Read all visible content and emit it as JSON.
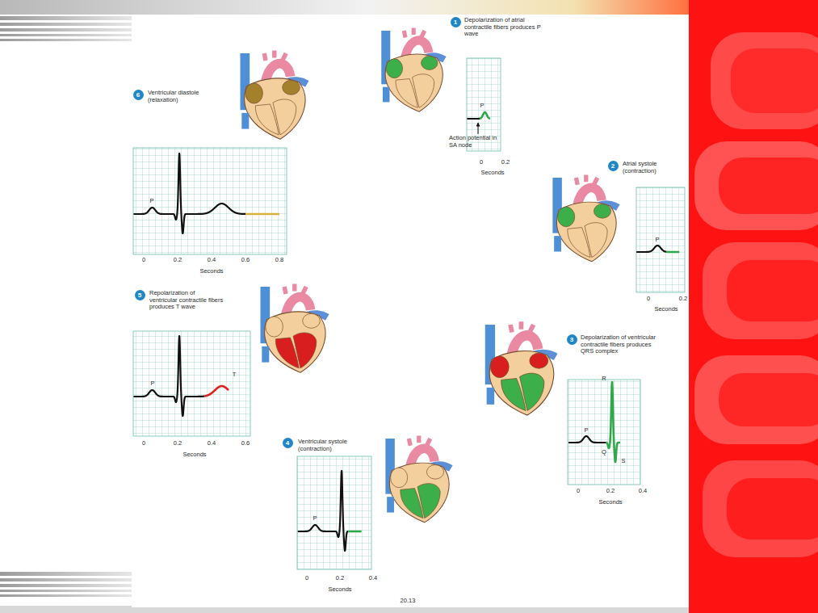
{
  "diagram": {
    "nodes": [
      {
        "text": [
          "1"
        ]
      },
      {
        "text": [
          "2"
        ]
      },
      {
        "text": [
          "3"
        ]
      },
      {
        "text": [
          "4"
        ]
      },
      {
        "text": [
          "5"
        ]
      },
      {
        "text": [
          "6"
        ]
      }
    ],
    "labels": [
      "Depolarization of atrial contractile fibers produces P wave",
      "P",
      "Action potential in SA node",
      "0",
      "0.2",
      "Seconds",
      "Atrial systole (contraction)",
      "P",
      "0",
      "0.2",
      "Seconds",
      "Depolarization of ventricular contractile fibers produces QRS complex",
      "R",
      "P",
      "Q",
      "S",
      "0",
      "0.2",
      "0.4",
      "Seconds",
      "Ventricular systole (contraction)",
      "P",
      "0",
      "0.2",
      "0.4",
      "Seconds",
      "Repolarization of ventricular contractile fibers produces T wave",
      "P",
      "T",
      "0",
      "0.2",
      "0.4",
      "0.6",
      "Seconds",
      "Ventricular diastole (relaxation)",
      "P",
      "0",
      "0.2",
      "0.4",
      "0.6",
      "0.8",
      "Seconds",
      "20.13"
    ]
  }
}
